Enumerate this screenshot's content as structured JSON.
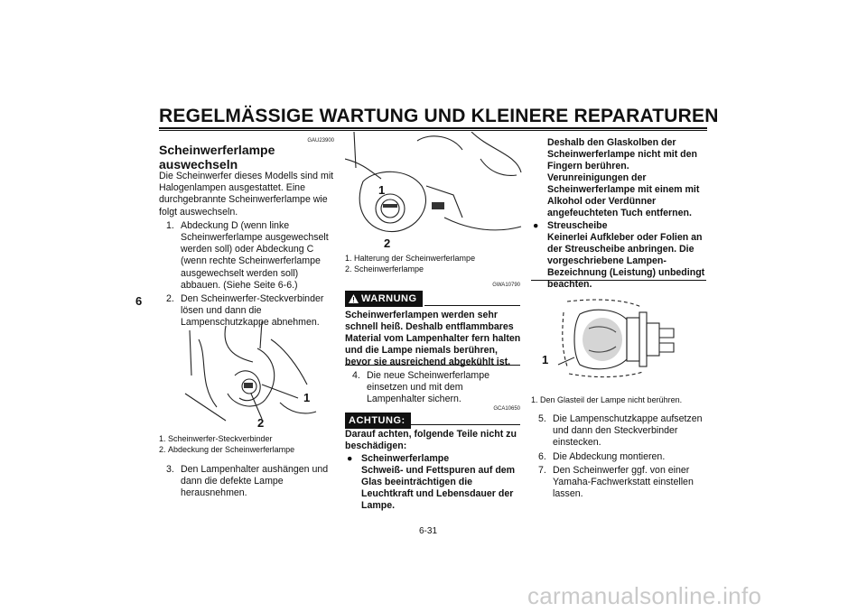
{
  "header": {
    "title": "REGELMÄSSIGE WARTUNG UND KLEINERE REPARATUREN",
    "chapter": "6"
  },
  "col1": {
    "code": "GAU23900",
    "heading": "Scheinwerferlampe auswechseln",
    "intro": "Die Scheinwerfer dieses Modells sind mit Halogenlampen ausgestattet. Eine durchgebrannte Scheinwerferlampe wie folgt auswechseln.",
    "steps": [
      {
        "num": "1.",
        "text": "Abdeckung D (wenn linke Scheinwerferlampe ausgewechselt werden soll) oder Abdeckung C (wenn rechte Scheinwerferlampe ausgewechselt werden soll) abbauen. (Siehe Seite 6-6.)"
      },
      {
        "num": "2.",
        "text": "Den Scheinwerfer-Steckverbinder lösen und dann die Lampenschutzkappe abnehmen."
      }
    ],
    "fig_labels": [
      "1",
      "2"
    ],
    "captions": [
      {
        "num": "1.",
        "text": "Scheinwerfer-Steckverbinder"
      },
      {
        "num": "2.",
        "text": "Abdeckung der Scheinwerferlampe"
      }
    ],
    "steps2": [
      {
        "num": "3.",
        "text": "Den Lampenhalter aushängen und dann die defekte Lampe herausnehmen."
      }
    ]
  },
  "col2": {
    "fig_labels": [
      "1",
      "2"
    ],
    "captions": [
      {
        "num": "1.",
        "text": "Halterung der Scheinwerferlampe"
      },
      {
        "num": "2.",
        "text": "Scheinwerferlampe"
      }
    ],
    "warning_code": "GWA10790",
    "warning_label": "WARNUNG",
    "warning_text": "Scheinwerferlampen werden sehr schnell heiß. Deshalb entflammbares Material vom Lampenhalter fern halten und die Lampe niemals berühren, bevor sie ausreichend abgekühlt ist.",
    "steps": [
      {
        "num": "4.",
        "text": "Die neue Scheinwerferlampe einsetzen und mit dem Lampenhalter sichern."
      }
    ],
    "caution_code": "GCA10650",
    "caution_label": "ACHTUNG:",
    "caution_intro": "Darauf achten, folgende Teile nicht zu beschädigen:",
    "caution_item1_title": "Scheinwerferlampe",
    "caution_item1_text": "Schweiß- und Fettspuren auf dem Glas beeinträchtigen die Leuchtkraft und Lebensdauer der Lampe."
  },
  "col3": {
    "caution_continued": "Deshalb den Glaskolben der Scheinwerferlampe nicht mit den Fingern berühren. Verunreinigungen der Scheinwerferlampe mit einem mit Alkohol oder Verdünner angefeuchteten Tuch entfernen.",
    "caution_item2_title": "Streuscheibe",
    "caution_item2_text": "Keinerlei Aufkleber oder Folien an der Streuscheibe anbringen. Die vorgeschriebene Lampen-Bezeichnung (Leistung) unbedingt beachten.",
    "fig_label": "1",
    "caption": {
      "num": "1.",
      "text": "Den Glasteil der Lampe nicht berühren."
    },
    "steps": [
      {
        "num": "5.",
        "text": "Die Lampenschutzkappe aufsetzen und dann den Steckverbinder einstecken."
      },
      {
        "num": "6.",
        "text": "Die Abdeckung montieren."
      },
      {
        "num": "7.",
        "text": "Den Scheinwerfer ggf. von einer Yamaha-Fachwerkstatt einstellen lassen."
      }
    ]
  },
  "footer": {
    "page": "6-31"
  },
  "watermark": "carmanualsonline.info"
}
